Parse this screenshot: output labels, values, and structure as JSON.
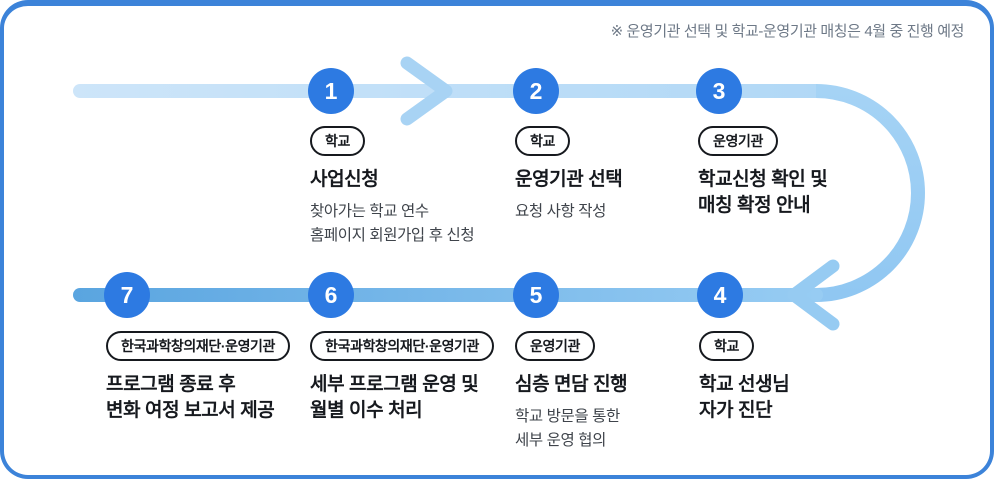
{
  "note": "※ 운영기관 선택 및 학교-운영기관 매칭은 4월 중 진행 예정",
  "colors": {
    "card_border": "#3c83d9",
    "circle": "#2d7ae2",
    "top_line_start": "#cde5f9",
    "top_line_end": "#b1d8f6",
    "curve_start": "#a5d3f5",
    "curve_end": "#90c7f2",
    "bottom_line_start": "#97ccf3",
    "bottom_line_end": "#5aa5e0",
    "chevron_top": "#a8d3f4",
    "chevron_bottom": "#96cbf2",
    "badge_outline": "#16191e",
    "text_dark": "#16191e",
    "text_desc": "#3f444b"
  },
  "steps": [
    {
      "number": "1",
      "badge": "학교",
      "title_lines": [
        "사업신청"
      ],
      "desc_lines": [
        "찾아가는 학교 연수",
        "홈페이지 회원가입 후 신청"
      ]
    },
    {
      "number": "2",
      "badge": "학교",
      "title_lines": [
        "운영기관 선택"
      ],
      "desc_lines": [
        "요청 사항 작성"
      ]
    },
    {
      "number": "3",
      "badge": "운영기관",
      "title_lines": [
        "학교신청 확인 및",
        "매칭 확정 안내"
      ],
      "desc_lines": []
    },
    {
      "number": "4",
      "badge": "학교",
      "title_lines": [
        "학교 선생님",
        "자가 진단"
      ],
      "desc_lines": []
    },
    {
      "number": "5",
      "badge": "운영기관",
      "title_lines": [
        "심층 면담 진행"
      ],
      "desc_lines": [
        "학교 방문을 통한",
        "세부 운영 협의"
      ]
    },
    {
      "number": "6",
      "badge": "한국과학창의재단·운영기관",
      "title_lines": [
        "세부 프로그램 운영 및",
        "월별 이수 처리"
      ],
      "desc_lines": []
    },
    {
      "number": "7",
      "badge": "한국과학창의재단·운영기관",
      "title_lines": [
        "프로그램 종료 후",
        "변화 여정 보고서 제공"
      ],
      "desc_lines": []
    }
  ]
}
